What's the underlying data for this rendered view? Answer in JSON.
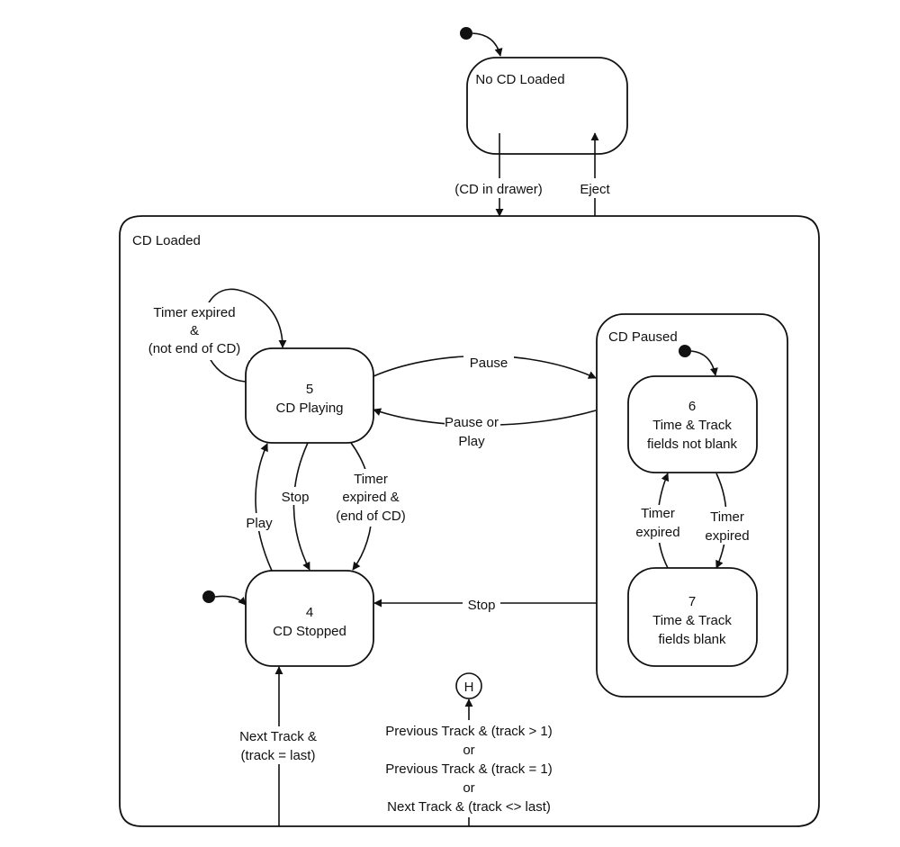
{
  "states": {
    "no_cd_loaded": "No CD Loaded",
    "cd_loaded": "CD Loaded",
    "cd_paused": "CD Paused",
    "cd_playing": [
      "5",
      "CD Playing"
    ],
    "cd_stopped": [
      "4",
      "CD Stopped"
    ],
    "fields_not_blank": [
      "6",
      "Time & Track",
      "fields not blank"
    ],
    "fields_blank": [
      "7",
      "Time & Track",
      "fields blank"
    ],
    "history": "H"
  },
  "transitions": {
    "cd_in_drawer": "(CD in drawer)",
    "eject": "Eject",
    "timer_not_end": [
      "Timer expired",
      "&",
      "(not end of CD)"
    ],
    "pause": "Pause",
    "pause_or_play": [
      "Pause or",
      "Play"
    ],
    "stop_from_playing": "Stop",
    "timer_end": [
      "Timer",
      "expired &",
      "(end of CD)"
    ],
    "play": "Play",
    "stop_from_paused": "Stop",
    "timer_6_to_7": [
      "Timer",
      "expired"
    ],
    "timer_7_to_6": [
      "Timer",
      "expired"
    ],
    "next_track_last": [
      "Next Track &",
      "(track = last)"
    ],
    "history_conditions": [
      "Previous Track & (track > 1)",
      "or",
      "Previous Track & (track = 1)",
      "or",
      "Next Track & (track <> last)"
    ]
  }
}
